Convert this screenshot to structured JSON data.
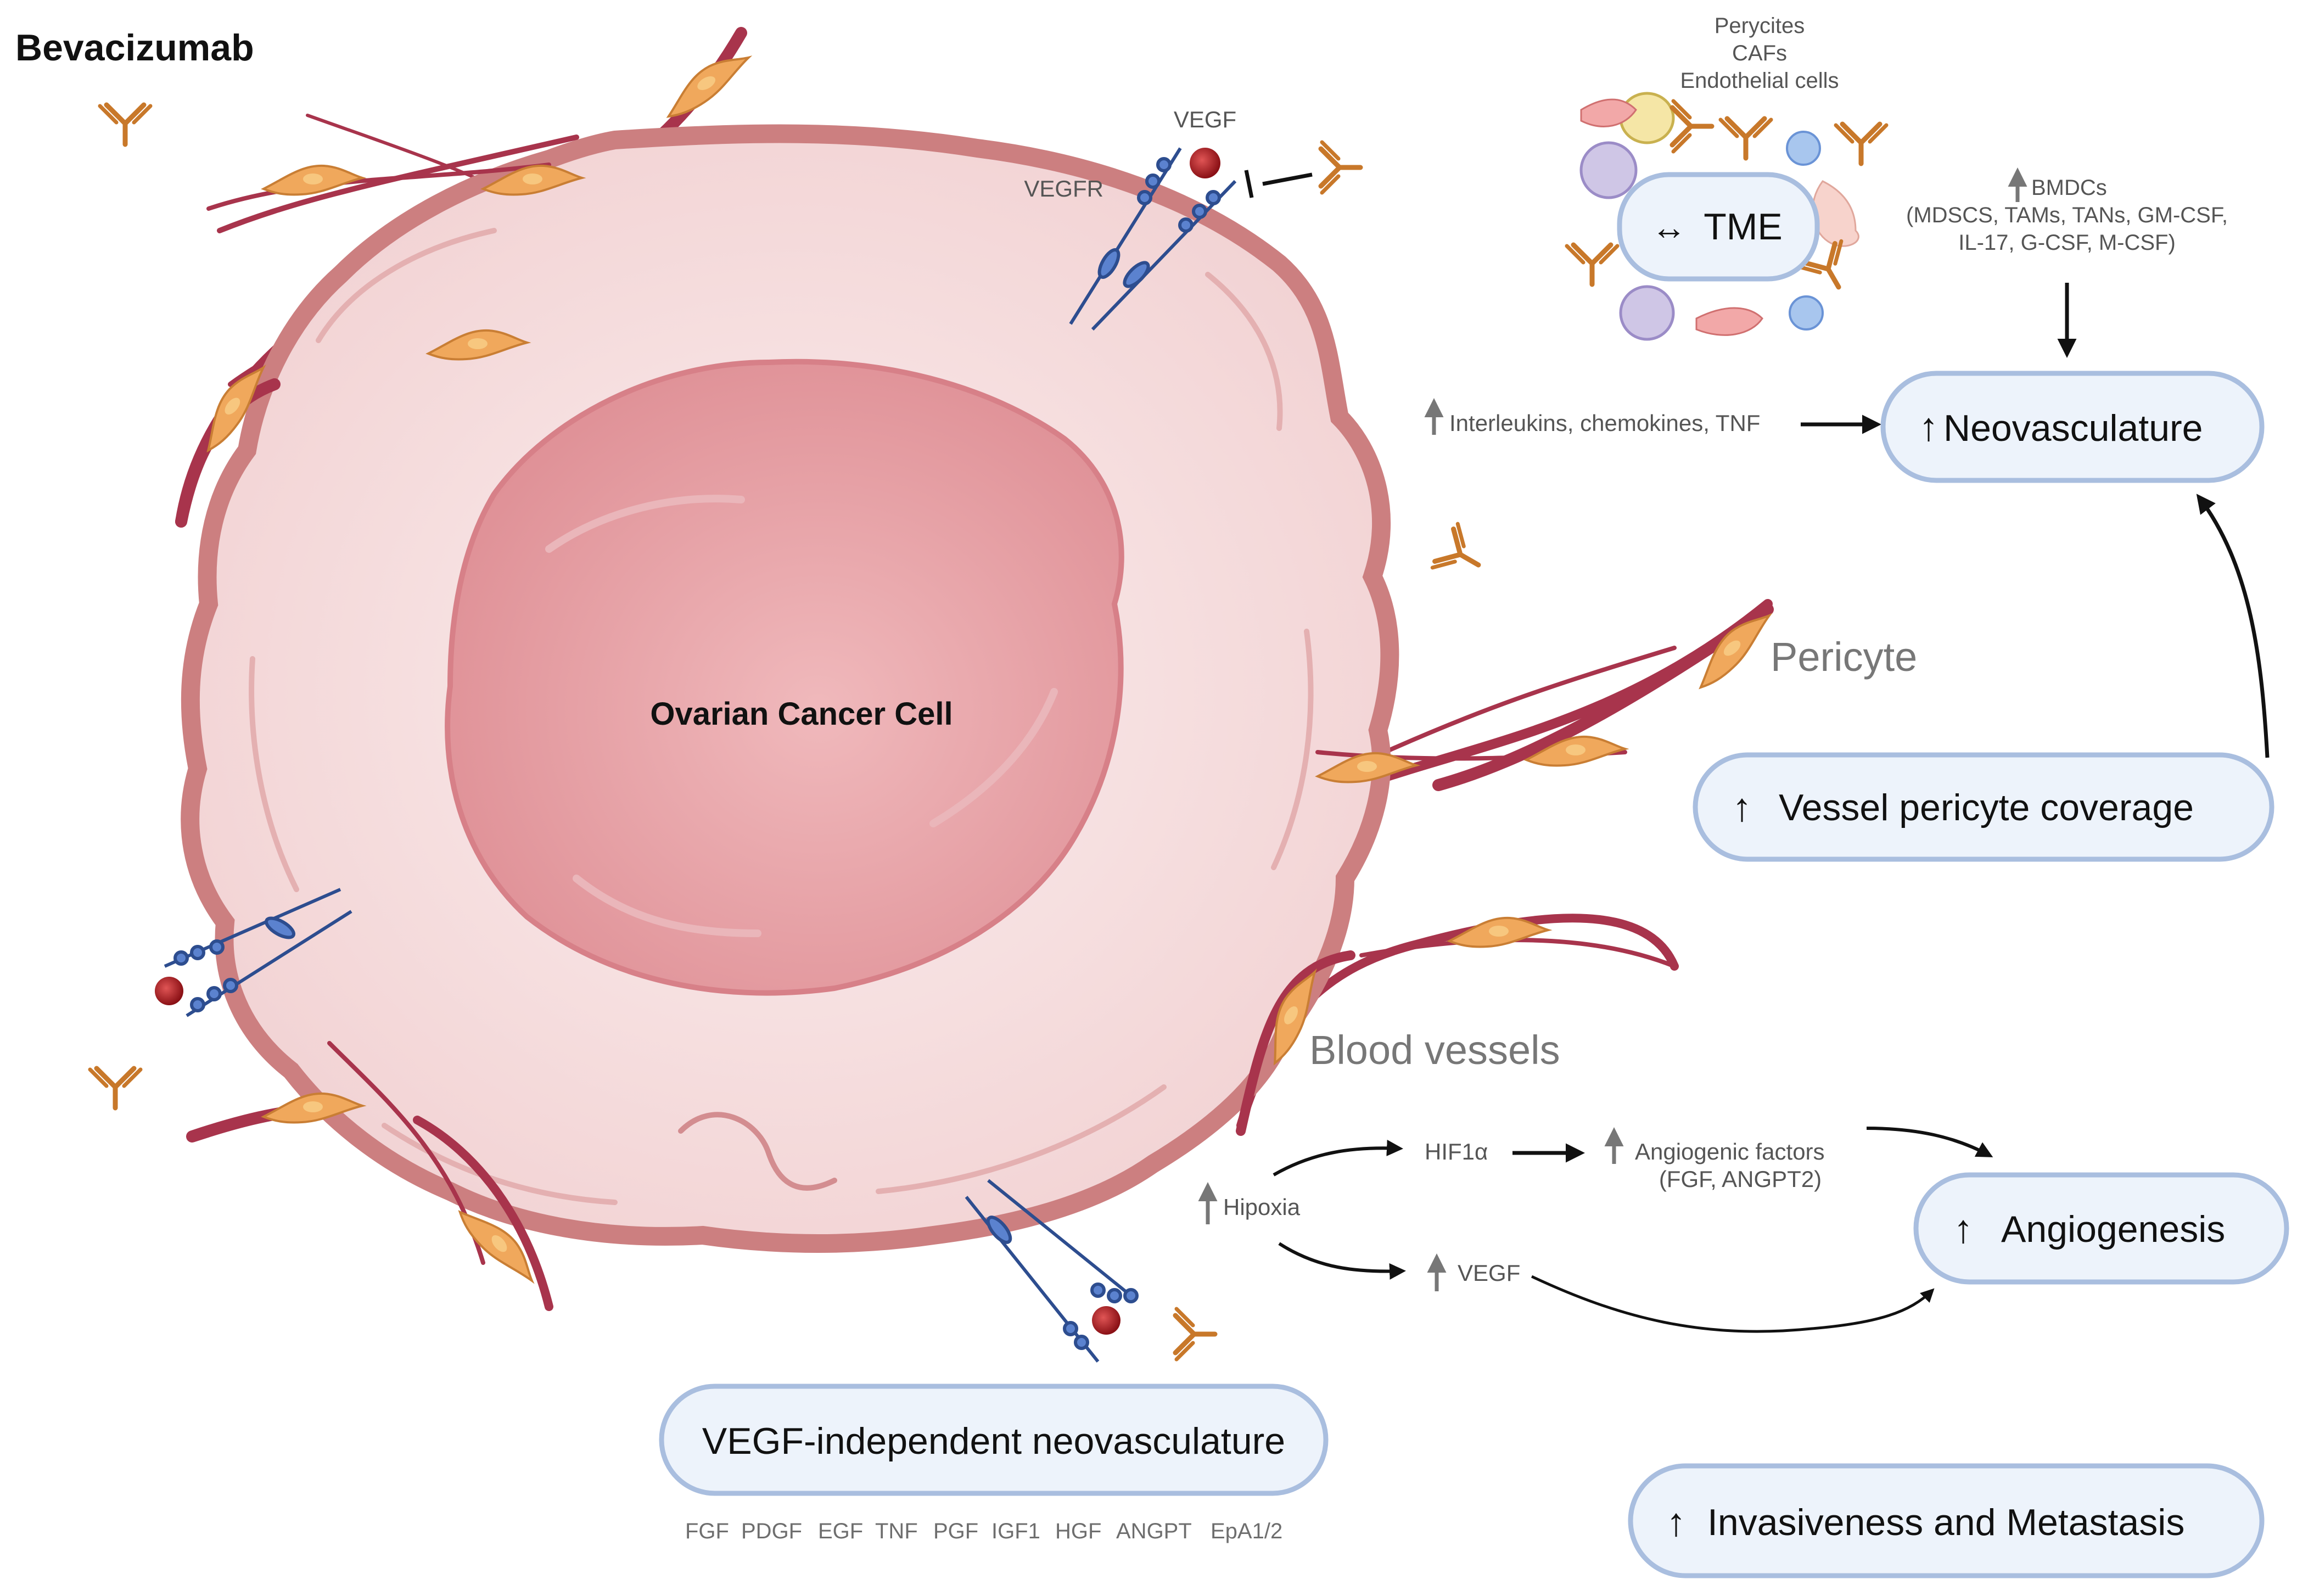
{
  "title": "Bevacizumab",
  "cell_label": "Ovarian Cancer Cell",
  "vegf_top": "VEGF",
  "vegfr_label": "VEGFR",
  "tme": {
    "cells_line1": "Perycites",
    "cells_line2": "CAFs",
    "cells_line3": "Endothelial cells",
    "arrow": "↔",
    "label": "TME"
  },
  "bmdcs": {
    "line1": "BMDCs",
    "line2": "(MDSCS, TAMs, TANs, GM-CSF,",
    "line3": "IL-17, G-CSF, M-CSF)"
  },
  "interleukins": "Interleukins, chemokines, TNF",
  "boxes": {
    "neovasculature": "Neovasculature",
    "vessel_pericyte": "Vessel pericyte coverage",
    "angiogenesis": "Angiogenesis",
    "invasiveness": "Invasiveness and Metastasis",
    "vegf_independent": "VEGF-independent neovasculature"
  },
  "up_arrow": "↑",
  "pericyte_label": "Pericyte",
  "blood_vessels_label": "Blood vessels",
  "hipoxia": "Hipoxia",
  "hif1a": "HIF1α",
  "angiogenic_factors": {
    "line1": "Angiogenic factors",
    "line2": "(FGF, ANGPT2)"
  },
  "vegf_bottom": "VEGF",
  "factors": [
    "FGF",
    "PDGF",
    "EGF",
    "TNF",
    "PGF",
    "IGF1",
    "HGF",
    "ANGPT",
    "EpA1/2"
  ],
  "colors": {
    "antibody": "#c8782a",
    "vessel": "#a8344c",
    "receptor": "#4a6fb8",
    "ligand": "#b01e22",
    "box_fill": "#edf3fb",
    "box_stroke": "#a9bedf",
    "cell_membrane": "#cc7f80",
    "cell_body": "#f6dadb",
    "nucleus": "#e7a3a7"
  },
  "icons": [
    "antibody-icon",
    "vegf-ligand-icon",
    "vegfr-receptor-icon",
    "pericyte-icon",
    "blood-vessel-icon",
    "inhibition-icon",
    "up-arrow-icon",
    "curved-arrow-icon"
  ]
}
